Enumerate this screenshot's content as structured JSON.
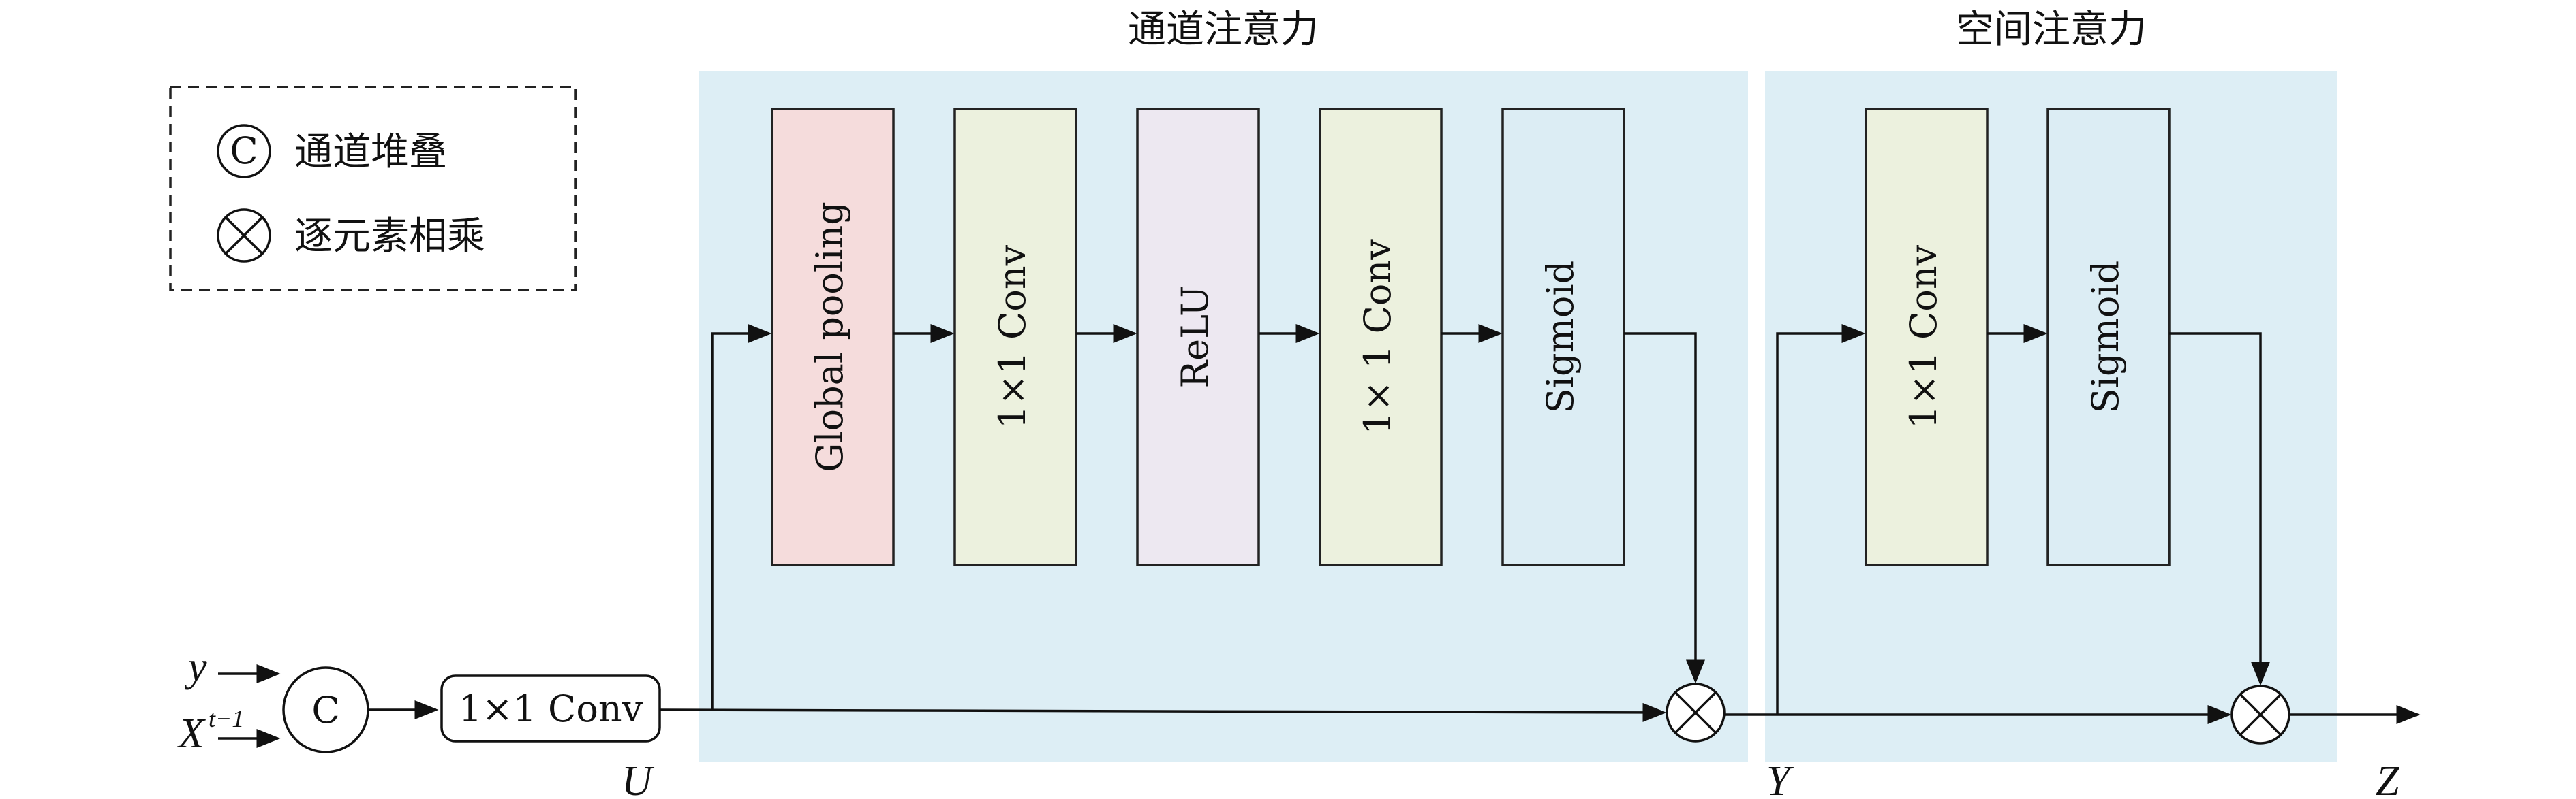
{
  "legend": {
    "concat_symbol": "C",
    "concat_label": "通道堆叠",
    "multiply_label": "逐元素相乘"
  },
  "channel_attention": {
    "title": "通道注意力",
    "blocks": [
      "Global pooling",
      "1×1 Conv",
      "ReLU",
      "1× 1 Conv",
      "Sigmoid"
    ]
  },
  "spatial_attention": {
    "title": "空间注意力",
    "blocks": [
      "1×1 Conv",
      "Sigmoid"
    ]
  },
  "inputs": {
    "y": "y",
    "x_base": "X",
    "x_sup": "t−1",
    "concat_node": "C"
  },
  "conv_box_label": "1×1 Conv",
  "variables": {
    "u": "U",
    "y_out": "Y",
    "z": "Z"
  },
  "colors": {
    "panel": "#ddeef5",
    "global_pooling": "#f5dcdc",
    "conv": "#ecf1de",
    "relu": "#ede8f1",
    "sigmoid": "#dcedf4"
  },
  "icons": [
    "circled-c-icon",
    "circled-times-icon",
    "arrow-right-icon"
  ]
}
